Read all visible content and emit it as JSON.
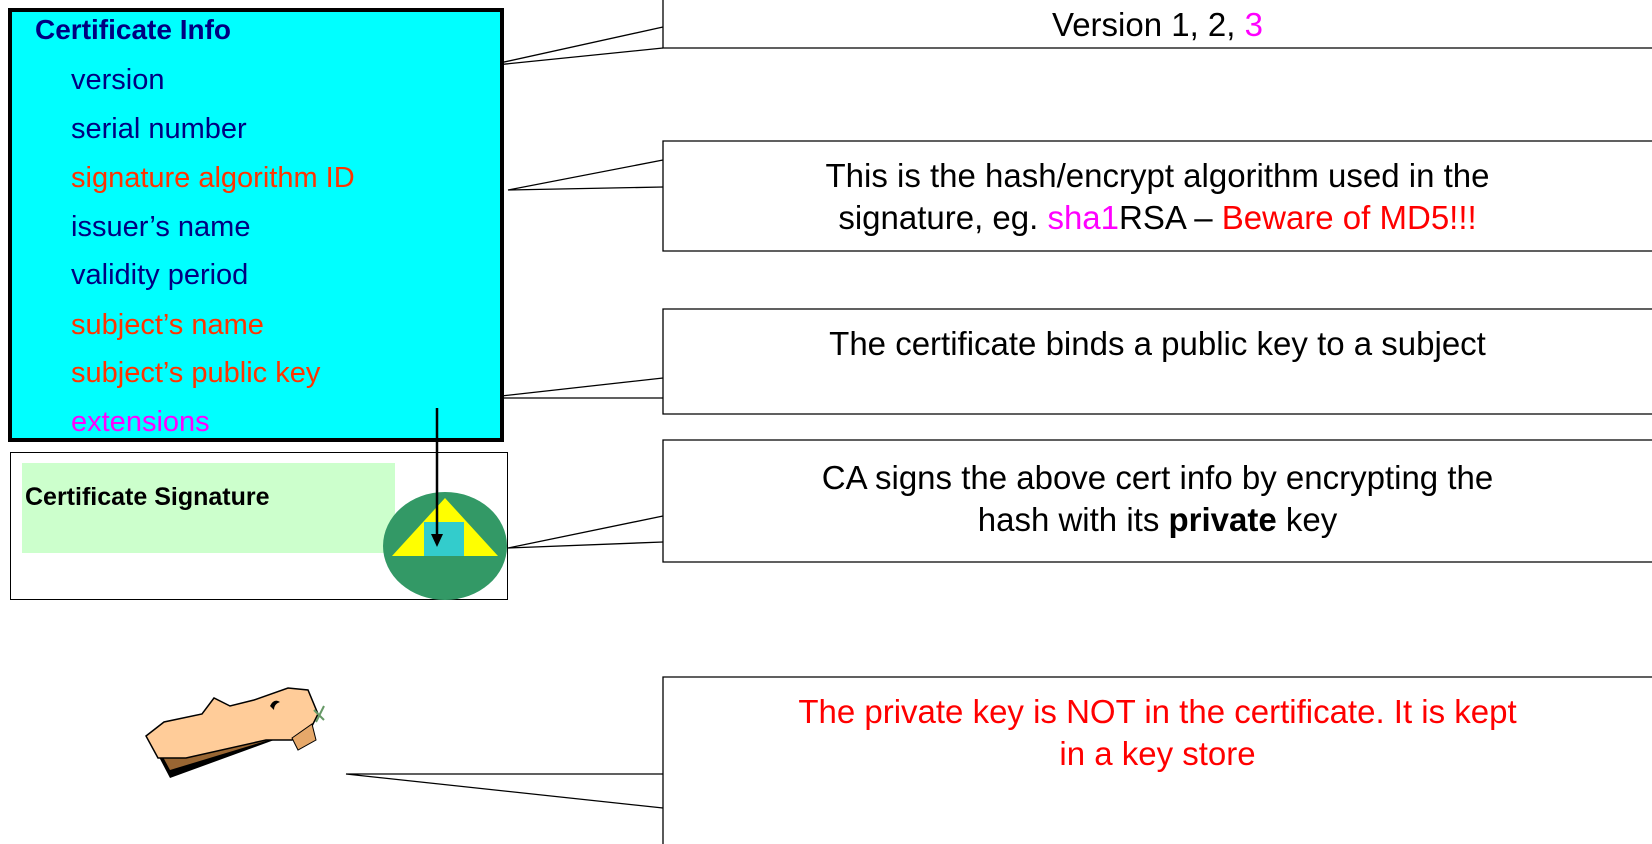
{
  "certificate_info": {
    "title": "Certificate Info",
    "fields": [
      {
        "label": "version",
        "color": "#000080"
      },
      {
        "label": "serial number",
        "color": "#000080"
      },
      {
        "label": "signature algorithm ID",
        "color": "#ff3300"
      },
      {
        "label": "issuer’s name",
        "color": "#000080"
      },
      {
        "label": "validity period",
        "color": "#000080"
      },
      {
        "label": "subject’s name",
        "color": "#ff3300"
      },
      {
        "label": "subject’s public key",
        "color": "#ff3300"
      },
      {
        "label": "extensions",
        "color": "#ff00ff"
      }
    ]
  },
  "certificate_signature": {
    "label": "Certificate Signature"
  },
  "callouts": {
    "version": {
      "text_a": "Version 1, 2, ",
      "text_b": "3",
      "highlight_color": "#ff00ff"
    },
    "signature_algorithm": {
      "line1": "This is the hash/encrypt algorithm used in the",
      "line2_a": "signature, eg. ",
      "line2_b": "sha1",
      "line2_c": "RSA – ",
      "line2_d": "Beware of MD5!!!",
      "highlight_color": "#ff00ff",
      "warning_color": "#ff0000"
    },
    "public_key": {
      "text": "The certificate binds a public key to a subject"
    },
    "ca_signs": {
      "line1": "CA signs the above cert info by encrypting the",
      "line2_a": "hash with its ",
      "line2_b": "private",
      "line2_c": " key"
    },
    "private_key": {
      "line1": "The private key is NOT in the certificate. It is kept",
      "line2": "in a key store",
      "color": "#ff0000"
    }
  },
  "icons": {
    "seal": "seal-icon",
    "key": "key-icon"
  },
  "colors": {
    "info_background": "#00ffff",
    "signature_label_background": "#ccffcc",
    "seal_green": "#339966",
    "seal_triangle": "#ffff00",
    "seal_square": "#33cccc",
    "key_body": "#ffcc99"
  }
}
